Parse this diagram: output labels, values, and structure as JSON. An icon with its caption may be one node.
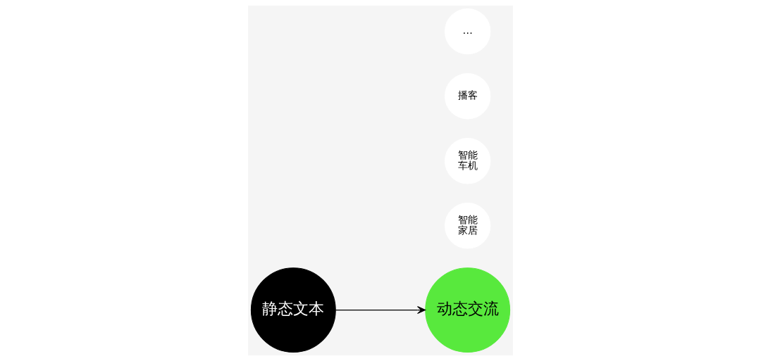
{
  "diagram": {
    "nodes": [
      {
        "text": [
          "静态文本"
        ]
      },
      {
        "text": [
          "动态交流"
        ]
      },
      {
        "text": [
          "智能家居"
        ]
      },
      {
        "text": [
          "智能车机"
        ]
      },
      {
        "text": [
          "播客"
        ]
      },
      {
        "text": [
          "…"
        ]
      }
    ],
    "edges": [
      {
        "from": 0,
        "to": 1,
        "arrow": "to"
      }
    ]
  }
}
